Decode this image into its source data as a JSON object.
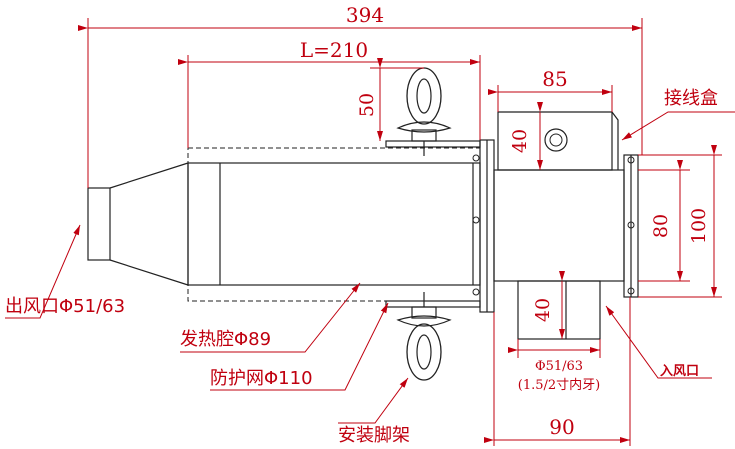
{
  "colors": {
    "annotation": "#c0000f",
    "outline": "#222222",
    "background": "#ffffff"
  },
  "dimensions": {
    "overall_length": "394",
    "heating_length": "L=210",
    "bracket_height": "50",
    "box_width": "85",
    "box_height": "40",
    "inner_flange": "80",
    "outer_flange": "100",
    "inlet_height": "40",
    "inlet_spec": "Φ51/63",
    "thread_spec": "(1.5/2寸内牙)",
    "base_width": "90"
  },
  "labels": {
    "outlet": "出风口Φ51/63",
    "chamber": "发热腔Φ89",
    "mesh": "防护网Φ110",
    "bracket": "安装脚架",
    "junction_box": "接线盒",
    "inlet": "入风口"
  }
}
